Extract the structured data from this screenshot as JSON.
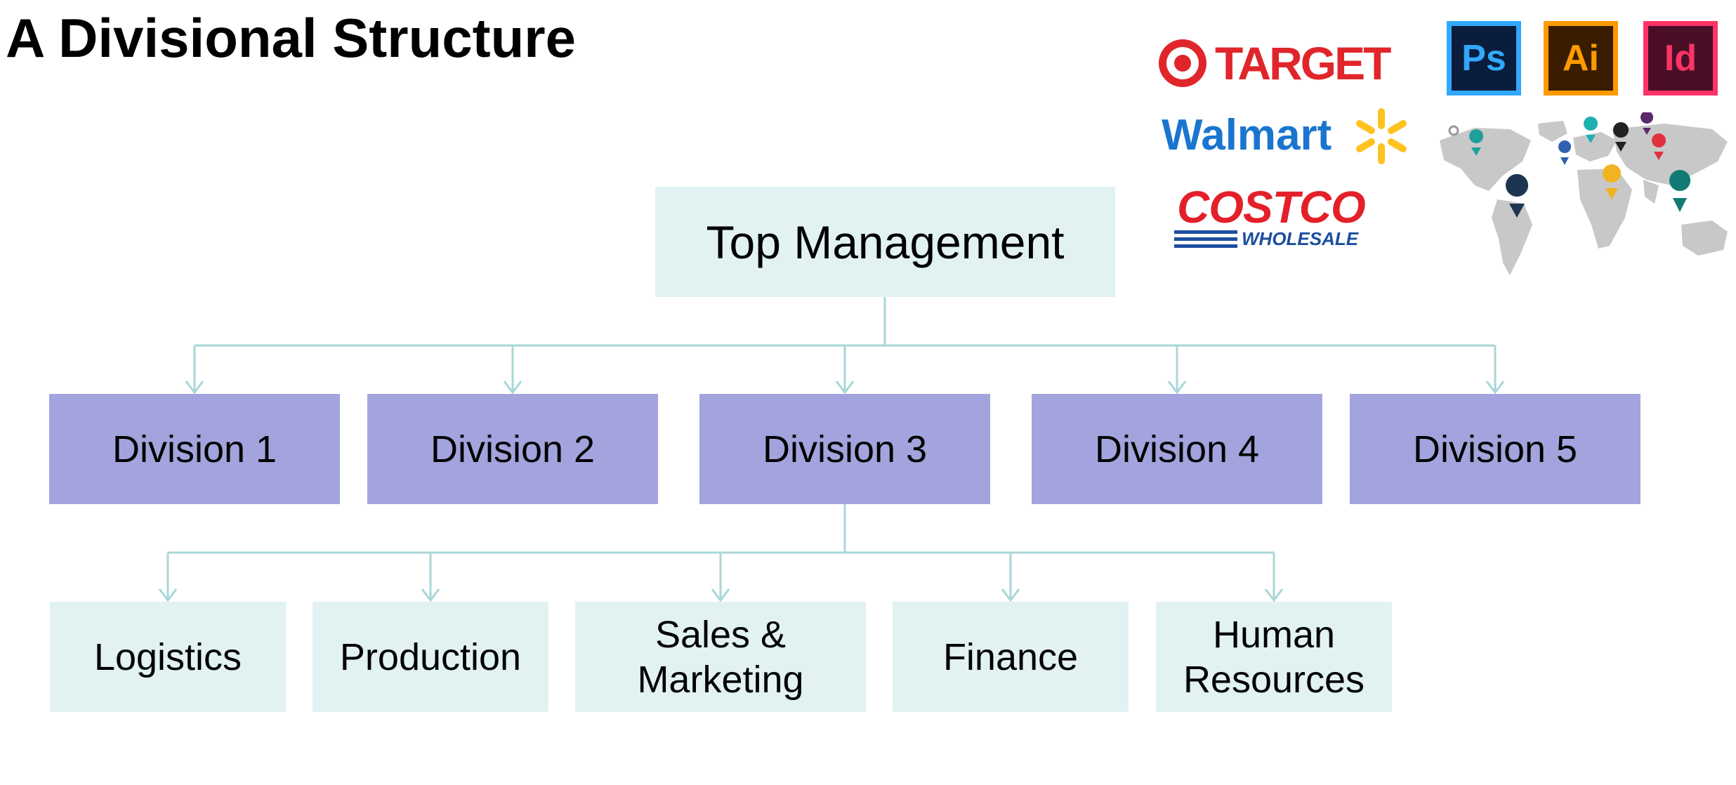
{
  "slide": {
    "title": "A Divisional Structure"
  },
  "org_chart": {
    "top": {
      "label": "Top Management"
    },
    "divisions": [
      {
        "label": "Division 1"
      },
      {
        "label": "Division 2"
      },
      {
        "label": "Division 3"
      },
      {
        "label": "Division 4"
      },
      {
        "label": "Division 5"
      }
    ],
    "functions_parent": "Division 3",
    "functions": [
      {
        "line1": "Logistics",
        "line2": ""
      },
      {
        "line1": "Production",
        "line2": ""
      },
      {
        "line1": "Sales &",
        "line2": "Marketing"
      },
      {
        "line1": "Finance",
        "line2": ""
      },
      {
        "line1": "Human",
        "line2": "Resources"
      }
    ]
  },
  "logos": {
    "target": {
      "text": "TARGET",
      "color": "#e0262b"
    },
    "walmart": {
      "text": "Walmart",
      "color": "#1a75cf",
      "spark_color": "#ffc220"
    },
    "costco": {
      "text": "COSTCO",
      "subtext": "WHOLESALE",
      "color": "#e3202a",
      "sub_color": "#1b4fa0"
    },
    "photoshop": {
      "text": "Ps",
      "color": "#31a8ff",
      "bg": "#0a1d3c"
    },
    "illustrator": {
      "text": "Ai",
      "color": "#ff9a00",
      "bg": "#3a1d00"
    },
    "indesign": {
      "text": "Id",
      "color": "#ff3366",
      "bg": "#4a0f26"
    }
  },
  "colors": {
    "top_box": "#e2f2f2",
    "division_box": "#a3a4dd",
    "function_box": "#e2f2f2",
    "connector": "#a9d7d7",
    "map_land": "#c8c8c8"
  }
}
